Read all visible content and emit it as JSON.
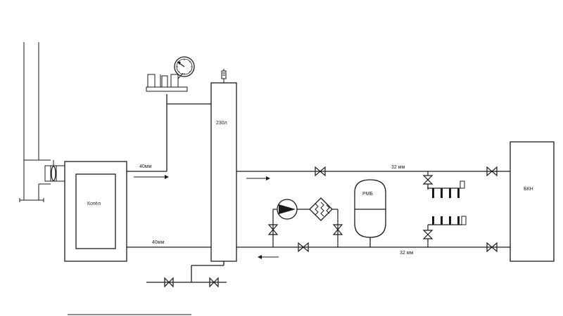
{
  "labels": {
    "boiler": "Котёл",
    "tank": "230л",
    "expansion_tank": "РМБ",
    "bkn": "БКН",
    "pipe_supply_boiler": "40мм",
    "pipe_return_boiler": "40мм",
    "pipe_supply_main": "32 мм",
    "pipe_return_main": "32 мм"
  },
  "colors": {
    "line": "#1a1a1a",
    "background": "#ffffff"
  }
}
